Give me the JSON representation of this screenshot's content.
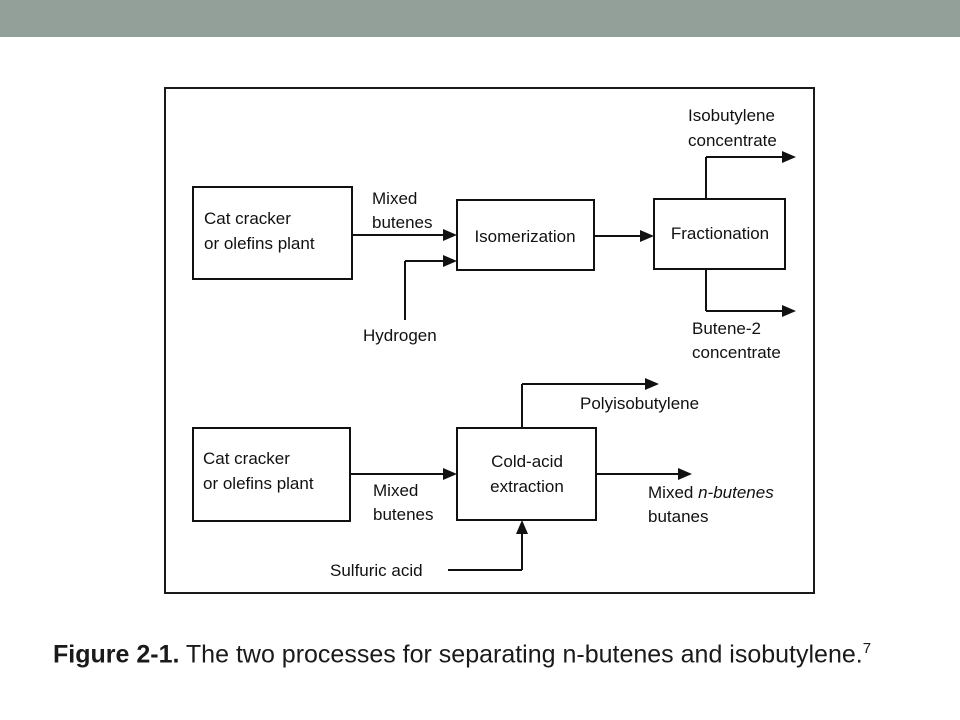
{
  "top_section": {
    "source_box_line1": "Cat cracker",
    "source_box_line2": "or olefins plant",
    "mixed_label_line1": "Mixed",
    "mixed_label_line2": "butenes",
    "isomerization_box": "Isomerization",
    "fractionation_box": "Fractionation",
    "hydrogen_label": "Hydrogen",
    "output_top_line1": "Isobutylene",
    "output_top_line2": "concentrate",
    "output_bottom_line1": "Butene-2",
    "output_bottom_line2": "concentrate"
  },
  "bottom_section": {
    "source_box_line1": "Cat cracker",
    "source_box_line2": "or olefins plant",
    "mixed_label_line1": "Mixed",
    "mixed_label_line2": "butenes",
    "extraction_box_line1": "Cold-acid",
    "extraction_box_line2": "extraction",
    "polyisobutylene_label": "Polyisobutylene",
    "output_line1_prefix": "Mixed ",
    "output_line1_italic": "n-butenes",
    "output_line2": "butanes",
    "sulfuric_acid_label": "Sulfuric acid"
  },
  "caption": {
    "label": "Figure 2-1.",
    "text": " The two processes for separating n-butenes and isobutylene.",
    "reference": "7"
  },
  "colors": {
    "top_bar": "#93a09a",
    "ink": "#111111",
    "background": "#ffffff"
  }
}
